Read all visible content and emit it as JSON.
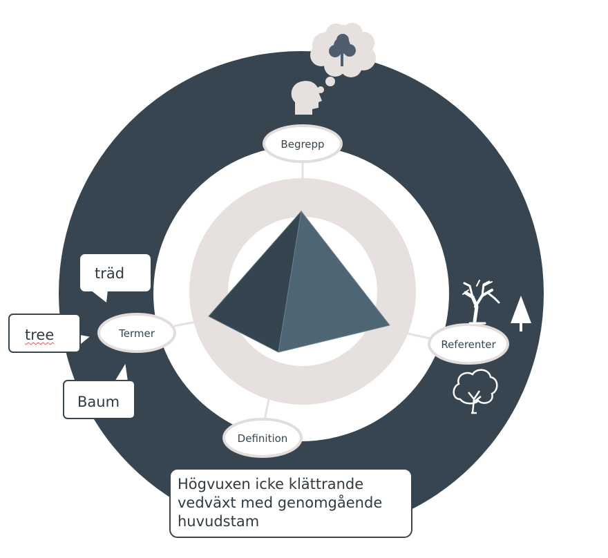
{
  "nodes": {
    "begrepp": "Begrepp",
    "termer": "Termer",
    "referenter": "Referenter",
    "definition": "Definition"
  },
  "terms": {
    "swedish": "träd",
    "english": "tree",
    "german": "Baum"
  },
  "definition_text": "Högvuxen icke klättrande vedväxt med genomgående huvudstam",
  "colors": {
    "ring": "#374550",
    "inner_ring": "#e6e1df",
    "pyramid_dark": "#35454f",
    "pyramid_light": "#4e6673",
    "ellipse_border": "#e2dcda",
    "icon_dark": "#3e4e5a"
  },
  "icons": [
    "head-icon",
    "thought-cloud-icon",
    "tree-icon",
    "bare-tree-icon",
    "pine-tree-icon",
    "deciduous-tree-icon"
  ]
}
